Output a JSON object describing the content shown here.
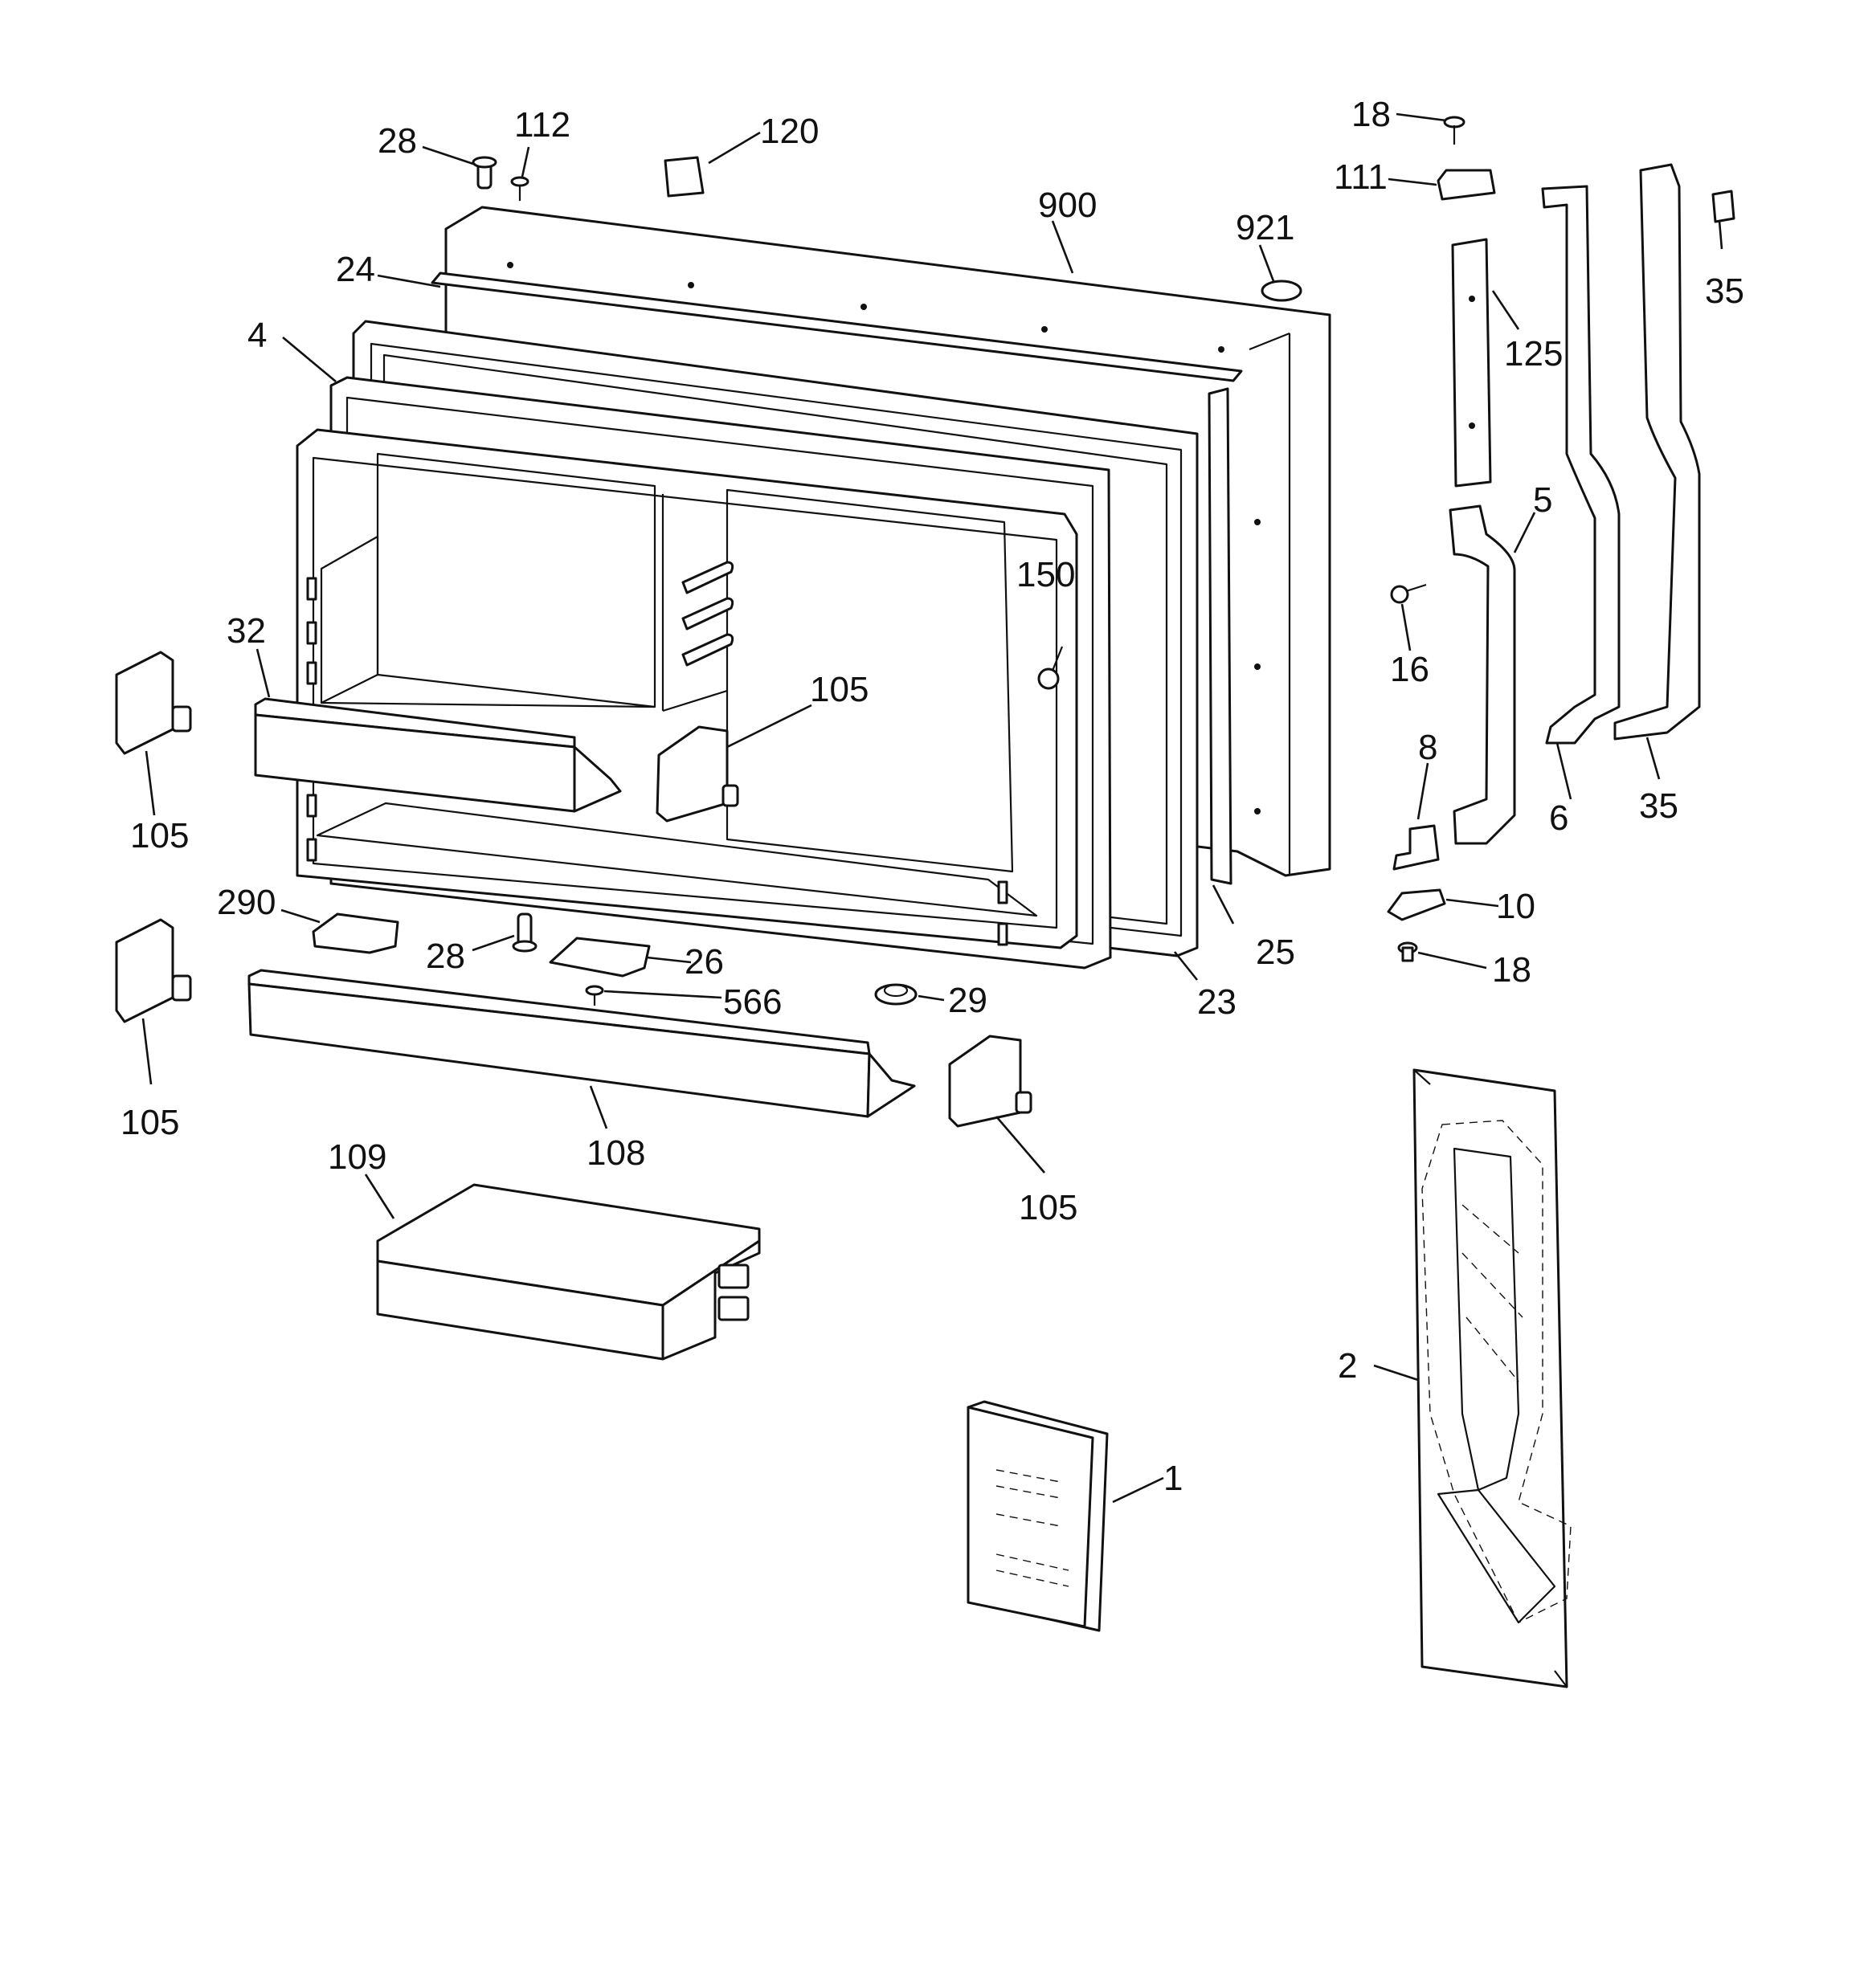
{
  "colors": {
    "ink": "#111111",
    "paper": "#ffffff"
  },
  "callouts": {
    "c28a": "28",
    "c112": "112",
    "c120": "120",
    "c900": "900",
    "c921": "921",
    "c24": "24",
    "c4": "4",
    "c18a": "18",
    "c111": "111",
    "c125": "125",
    "c35a": "35",
    "c5": "5",
    "c150": "150",
    "c32": "32",
    "c105a": "105",
    "c105b": "105",
    "c16": "16",
    "c8": "8",
    "c6": "6",
    "c35b": "35",
    "c10": "10",
    "c290": "290",
    "c28b": "28",
    "c26": "26",
    "c25": "25",
    "c18b": "18",
    "c566": "566",
    "c29": "29",
    "c23": "23",
    "c105c": "105",
    "c105d": "105",
    "c108": "108",
    "c109": "109",
    "c2": "2",
    "c1": "1"
  }
}
